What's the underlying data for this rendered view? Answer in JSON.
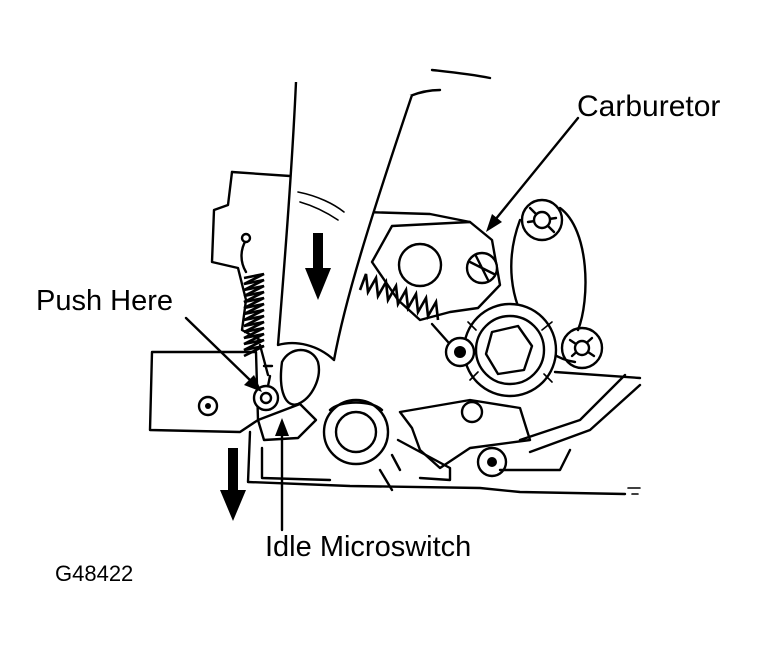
{
  "labels": {
    "carburetor": "Carburetor",
    "push_here": "Push Here",
    "idle_microswitch": "Idle Microswitch",
    "figure_code": "G48422"
  },
  "colors": {
    "ink": "#000000",
    "paper": "#ffffff"
  }
}
